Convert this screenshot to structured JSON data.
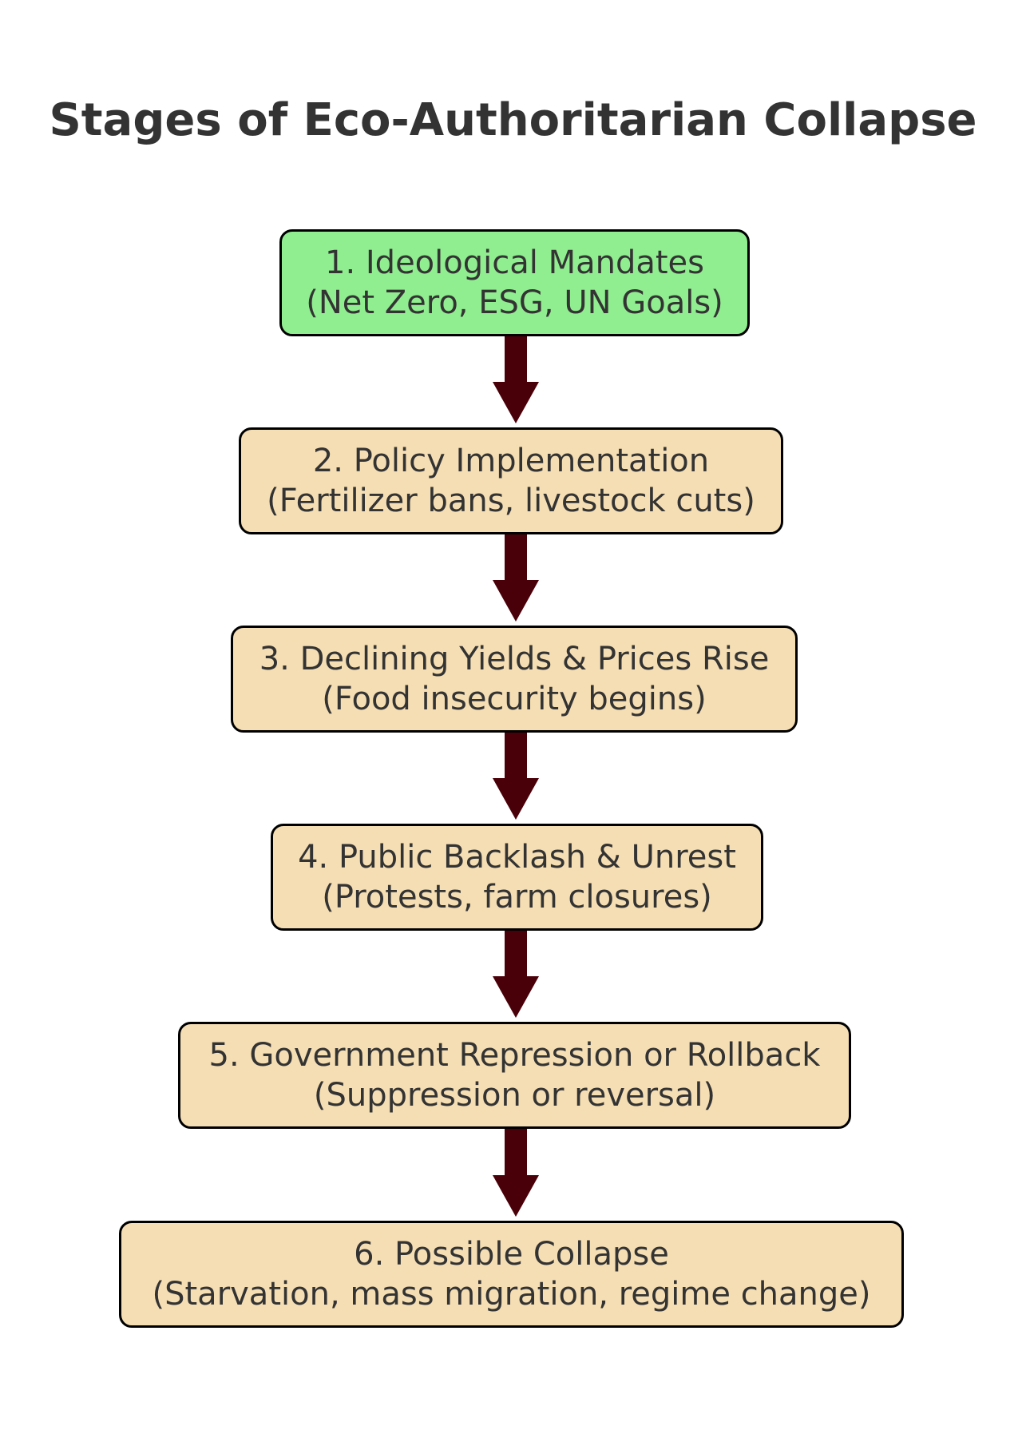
{
  "title": "Stages of Eco-Authoritarian Collapse",
  "colors": {
    "first_stage_fill": "#90ee90",
    "stage_fill": "#f5deb3",
    "border": "#000000",
    "arrow": "#4a0008",
    "text": "#333333"
  },
  "stages": [
    {
      "line1": "1. Ideological Mandates",
      "line2": "(Net Zero, ESG, UN Goals)"
    },
    {
      "line1": "2. Policy Implementation",
      "line2": "(Fertilizer bans, livestock cuts)"
    },
    {
      "line1": "3. Declining Yields & Prices Rise",
      "line2": "(Food insecurity begins)"
    },
    {
      "line1": "4. Public Backlash & Unrest",
      "line2": "(Protests, farm closures)"
    },
    {
      "line1": "5. Government Repression or Rollback",
      "line2": "(Suppression or reversal)"
    },
    {
      "line1": "6. Possible Collapse",
      "line2": "(Starvation, mass migration, regime change)"
    }
  ]
}
